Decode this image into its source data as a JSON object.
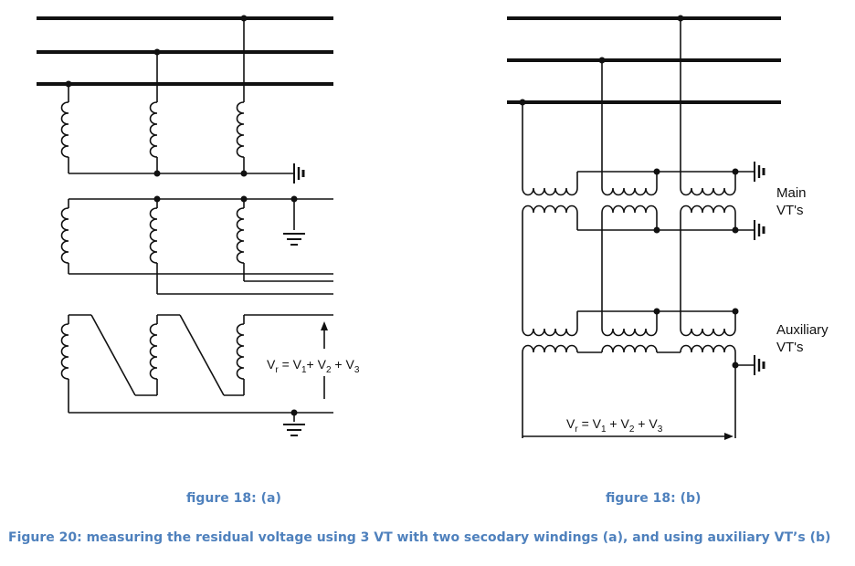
{
  "diagram_a": {
    "equation": {
      "v": "V",
      "r": "r",
      "eq": " = V",
      "s1": "1",
      "p1": "+ V",
      "s2": "2",
      "p2": " + V",
      "s3": "3"
    }
  },
  "diagram_b": {
    "main_label_line1": "Main",
    "main_label_line2": "VT's",
    "aux_label_line1": "Auxiliary",
    "aux_label_line2": "VT's",
    "equation": {
      "v": "V",
      "r": "r",
      "eq": " = V",
      "s1": "1",
      "p1": " + V",
      "s2": "2",
      "p2": " + V",
      "s3": "3"
    }
  },
  "captions": {
    "fig_a": "figure 18: (a)",
    "fig_b": "figure 18: (b)",
    "main": "Figure 20: measuring the residual voltage using 3 VT with two secodary windings (a), and using auxiliary VT’s (b)"
  },
  "colors": {
    "caption": "#4f81bd",
    "line": "#111111"
  }
}
